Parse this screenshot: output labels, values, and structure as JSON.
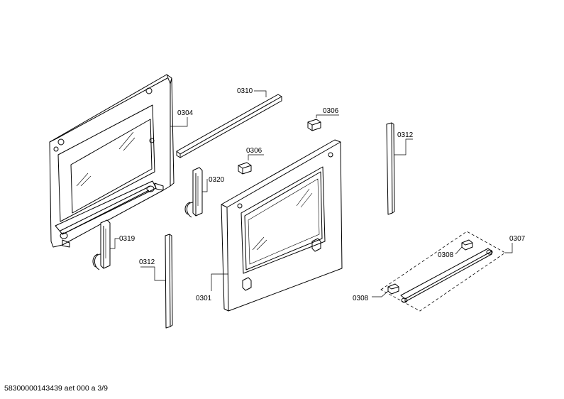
{
  "labels": {
    "p0304": "0304",
    "p0310": "0310",
    "p0306a": "0306",
    "p0306b": "0306",
    "p0312a": "0312",
    "p0312b": "0312",
    "p0320": "0320",
    "p0319": "0319",
    "p0301": "0301",
    "p0307": "0307",
    "p0308a": "0308",
    "p0308b": "0308"
  },
  "footer": "58300000143439 aet 000 a 3/9"
}
